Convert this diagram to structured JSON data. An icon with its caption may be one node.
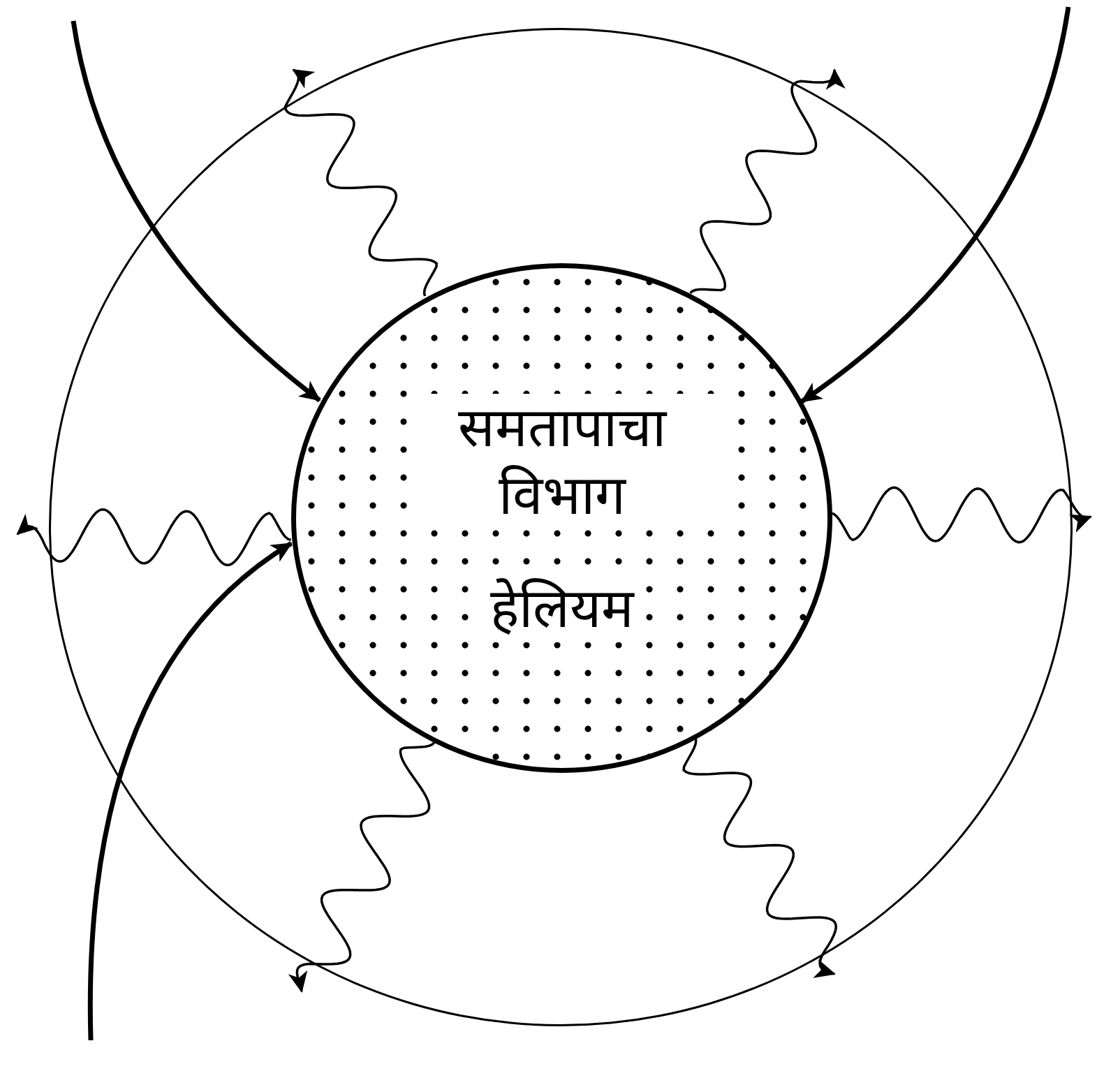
{
  "diagram": {
    "nodes": [
      {
        "text": [],
        "shape": "circle"
      },
      {
        "text": [
          "समतापाचा विभाग",
          "हेलियम"
        ],
        "in": 0
      }
    ],
    "edges": [
      {
        "from": 1,
        "to": null,
        "arrow": "to"
      },
      {
        "from": 1,
        "to": null,
        "arrow": "to"
      },
      {
        "from": 1,
        "to": null,
        "arrow": "to"
      },
      {
        "from": 1,
        "to": null,
        "arrow": "to"
      },
      {
        "from": 1,
        "to": null,
        "arrow": "to"
      },
      {
        "from": 1,
        "to": null,
        "arrow": "to"
      },
      {
        "from": null,
        "to": 1,
        "arrow": "to",
        "style": "thick"
      },
      {
        "from": null,
        "to": 1,
        "arrow": "to",
        "style": "thick"
      },
      {
        "from": null,
        "to": 1,
        "arrow": "to",
        "style": "thick"
      }
    ]
  }
}
